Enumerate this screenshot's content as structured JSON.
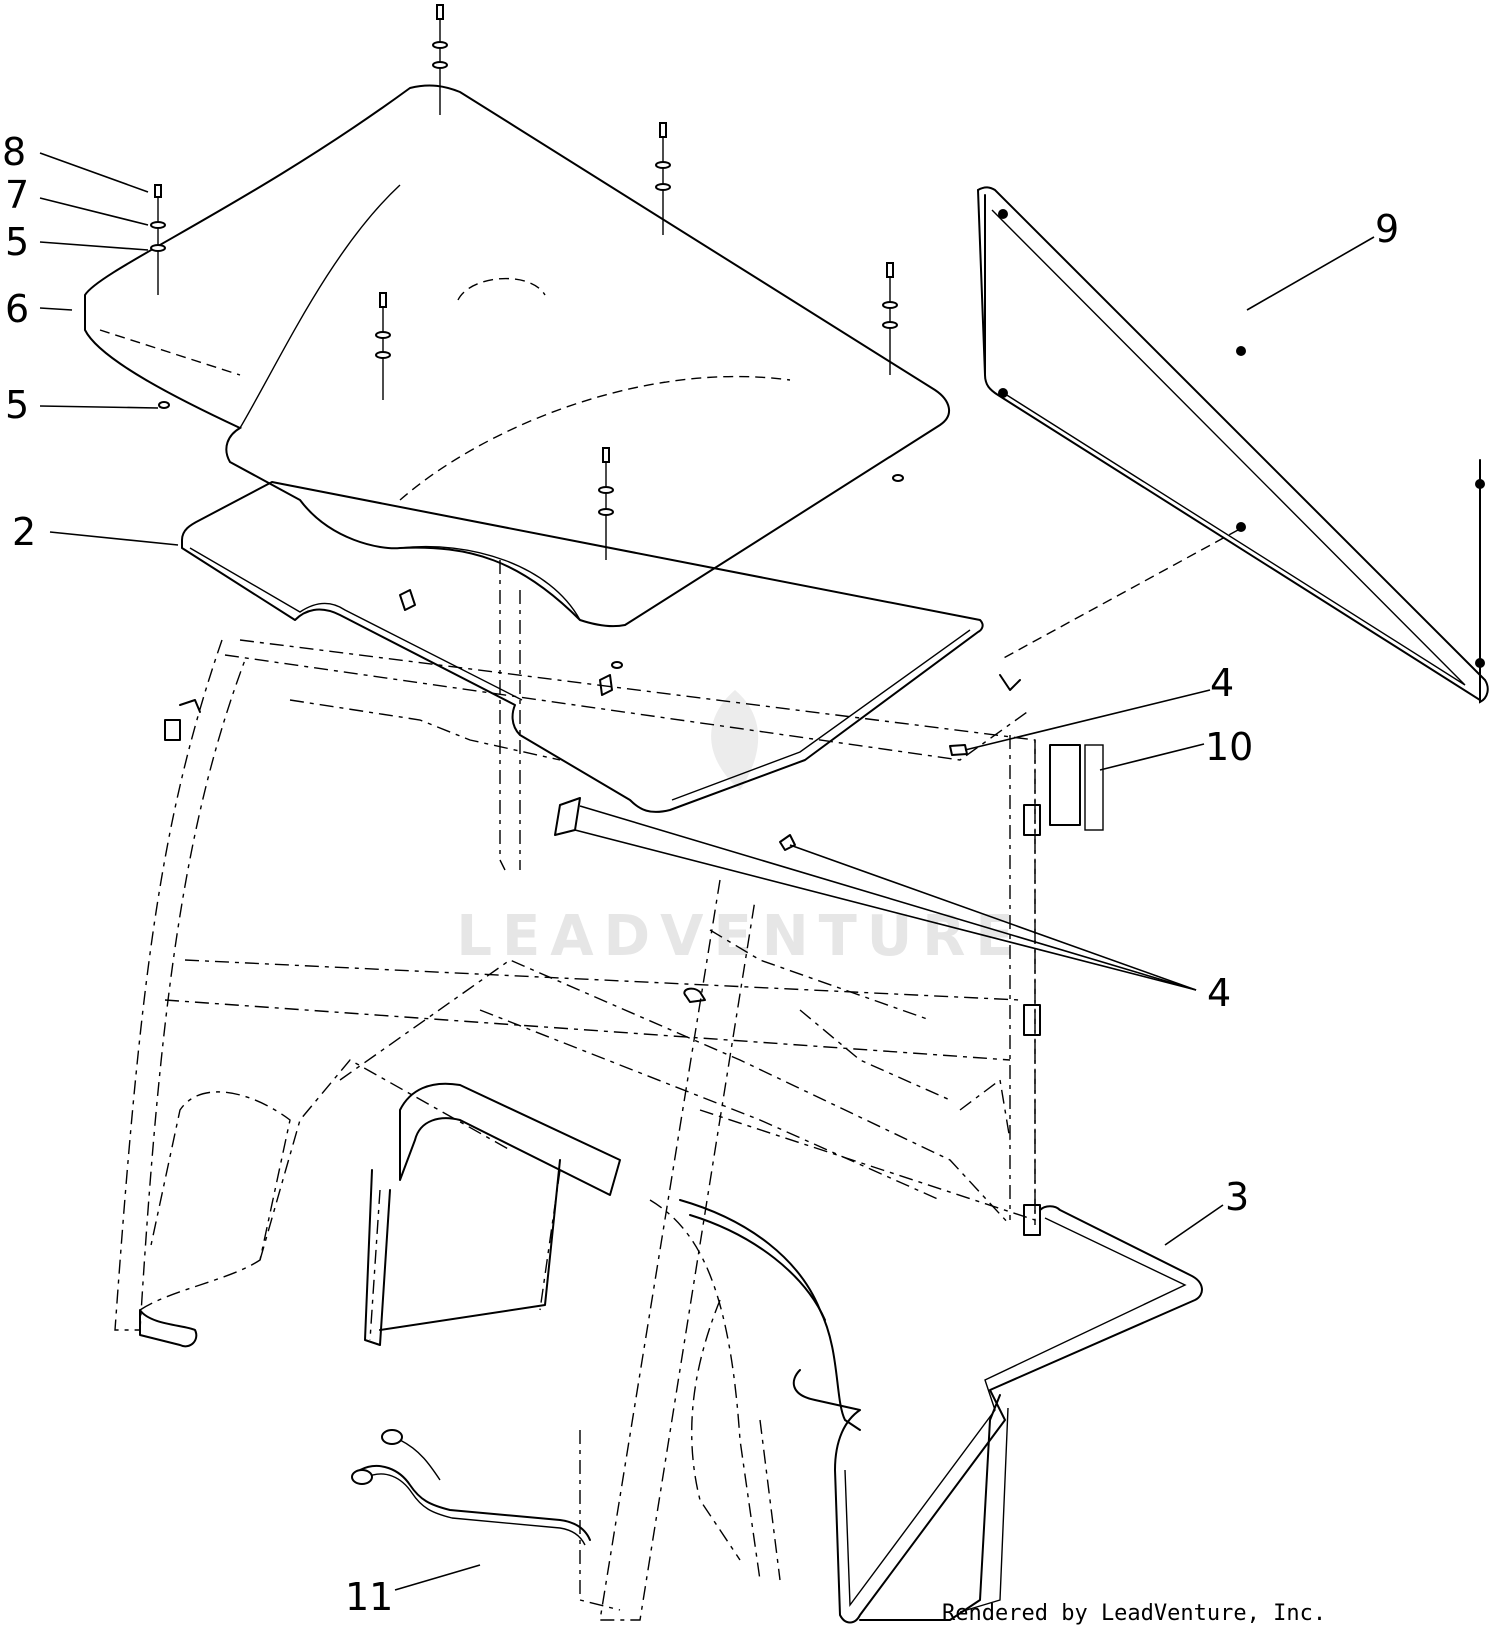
{
  "callouts": [
    {
      "id": "c8",
      "label": "8"
    },
    {
      "id": "c7",
      "label": "7"
    },
    {
      "id": "c5a",
      "label": "5"
    },
    {
      "id": "c6",
      "label": "6"
    },
    {
      "id": "c5b",
      "label": "5"
    },
    {
      "id": "c2",
      "label": "2"
    },
    {
      "id": "c9",
      "label": "9"
    },
    {
      "id": "c4a",
      "label": "4"
    },
    {
      "id": "c10",
      "label": "10"
    },
    {
      "id": "c4b",
      "label": "4"
    },
    {
      "id": "c3",
      "label": "3"
    },
    {
      "id": "c11",
      "label": "11"
    }
  ],
  "footer": "Rendered by LeadVenture, Inc.",
  "watermark": "LEADVENTURE"
}
